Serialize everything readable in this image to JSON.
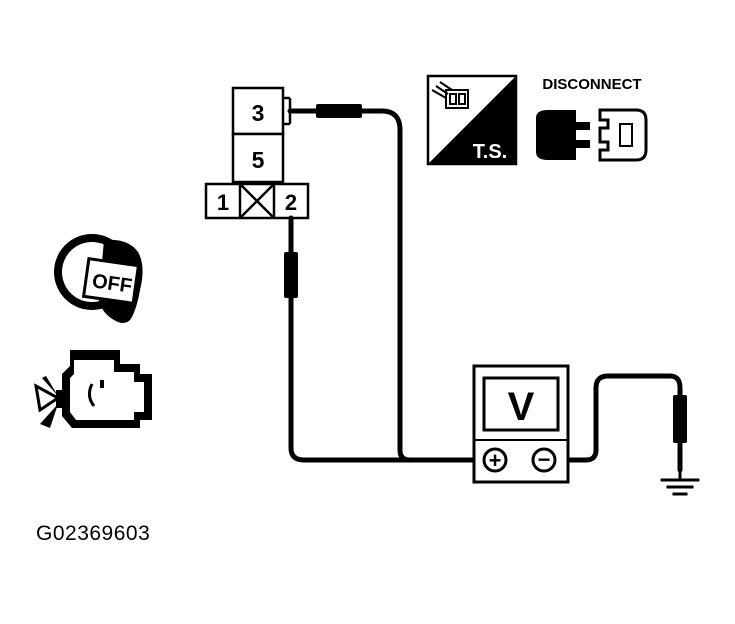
{
  "connector": {
    "pin_top": "3",
    "pin_middle": "5",
    "pin_left": "1",
    "pin_right": "2"
  },
  "test_symbol": {
    "label": "T.S."
  },
  "disconnect": {
    "label": "DISCONNECT"
  },
  "ignition": {
    "label": "OFF"
  },
  "voltmeter": {
    "label": "V",
    "positive": "+",
    "negative": "−"
  },
  "figure": {
    "id": "G02369603"
  },
  "colors": {
    "ink": "#000000",
    "paper": "#ffffff"
  },
  "icons": [
    "test-symbol-icon",
    "disconnect-icon",
    "ignition-key-icon",
    "engine-icon",
    "ground-icon"
  ]
}
